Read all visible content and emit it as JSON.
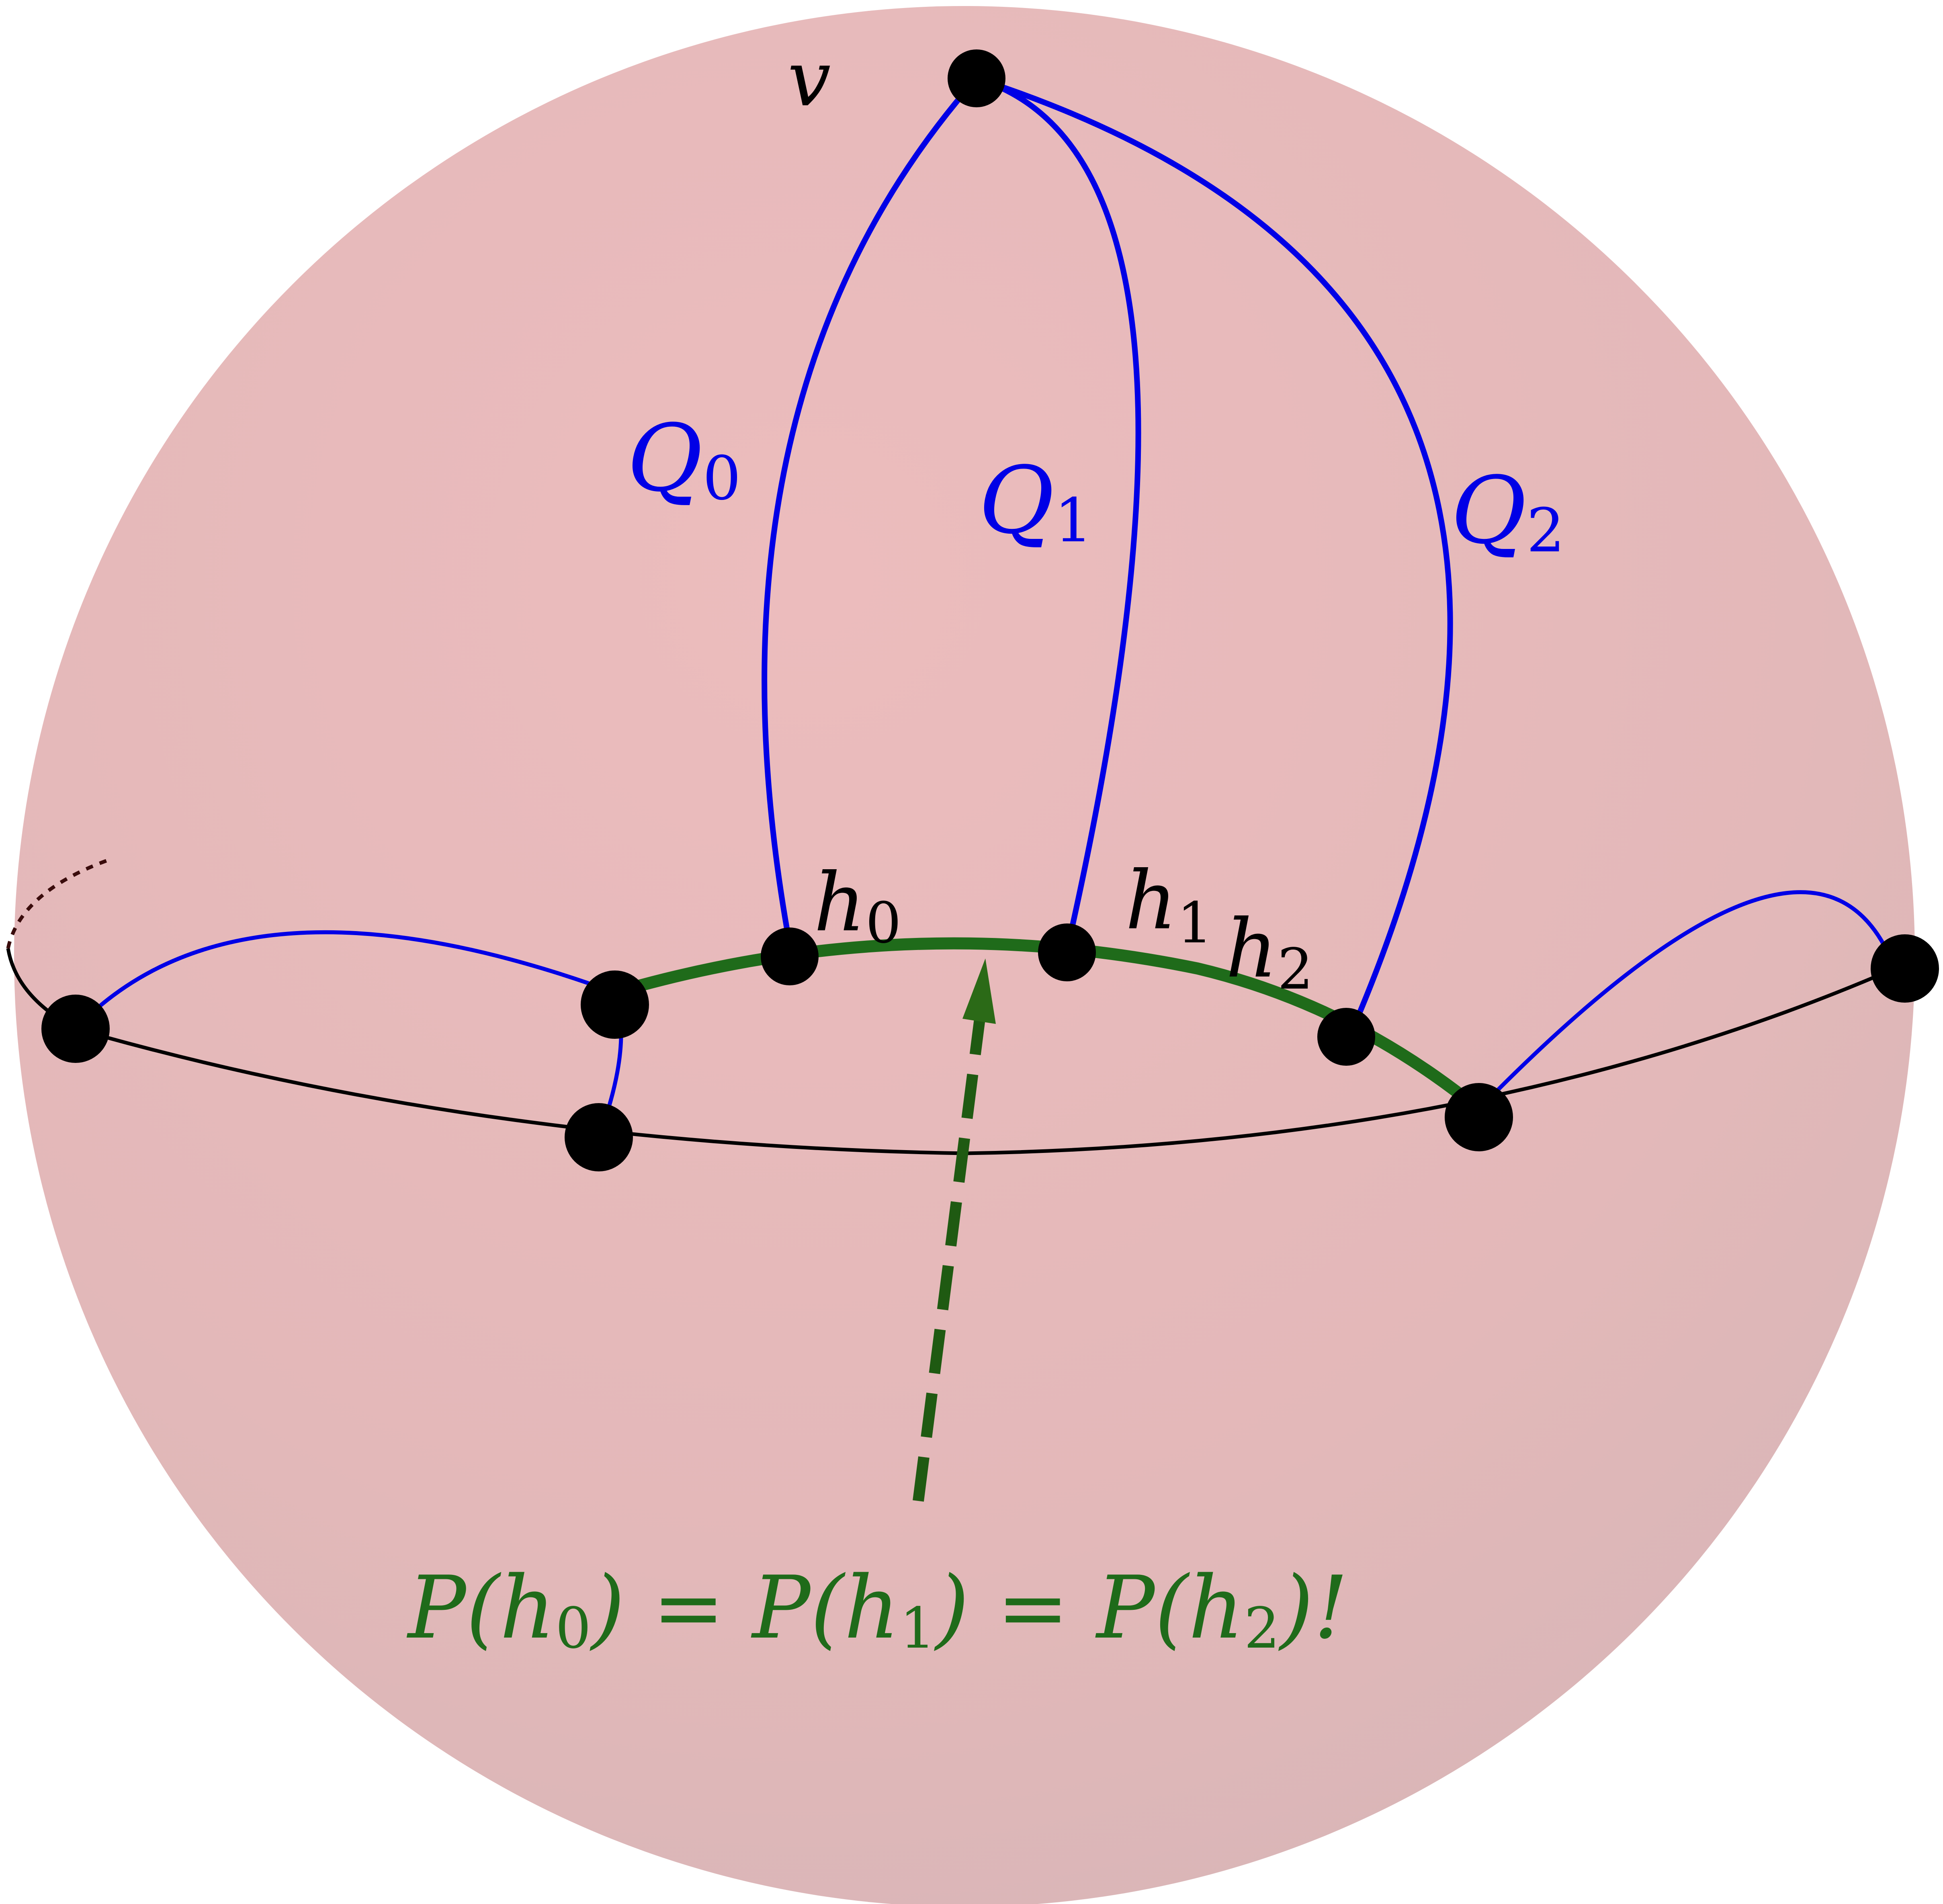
{
  "labels": {
    "vertex": "v",
    "path_q0": {
      "main": "Q",
      "sub": "0"
    },
    "path_q1": {
      "main": "Q",
      "sub": "1"
    },
    "path_q2": {
      "main": "Q",
      "sub": "2"
    },
    "half_h0": {
      "main": "h",
      "sub": "0"
    },
    "half_h1": {
      "main": "h",
      "sub": "1"
    },
    "half_h2": {
      "main": "h",
      "sub": "2"
    },
    "equation": {
      "p1": "P(",
      "h1": "h",
      "s1": "0",
      "c1": ") = ",
      "p2": "P(",
      "h2": "h",
      "s2": "1",
      "c2": ") = ",
      "p3": "P(",
      "h3": "h",
      "s3": "2",
      "c3": ")!"
    }
  },
  "colors": {
    "sphere": "#e9bcbd",
    "path": "#0000e6",
    "edge": "#000000",
    "highlight": "#1f6b1a",
    "arrow": "#1f5a12",
    "vertex": "#000000"
  }
}
